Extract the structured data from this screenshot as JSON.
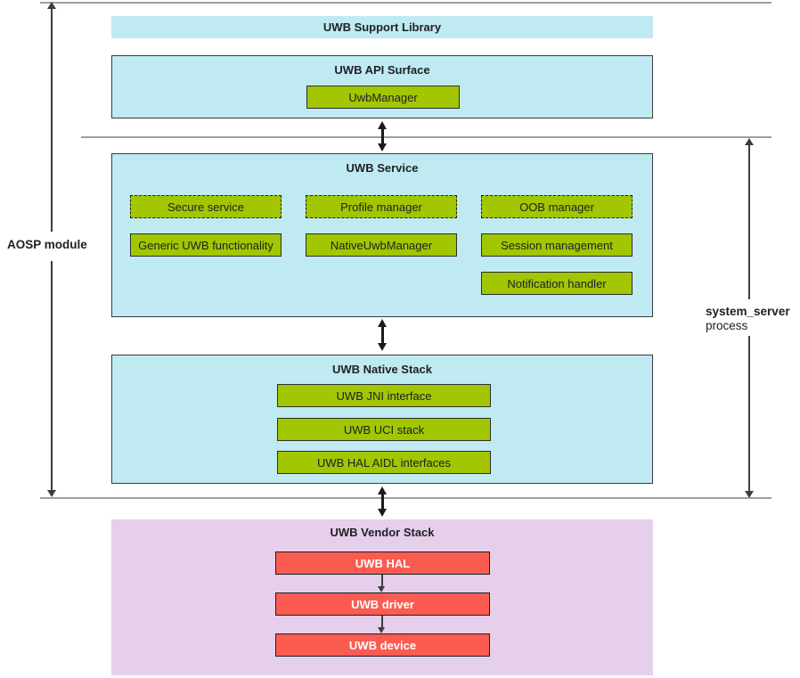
{
  "colors": {
    "cyan": "#BFEAF2",
    "green": "#A2C601",
    "red": "#FA5C51",
    "purple": "#E6CFEB",
    "line-gray": "#9E9E9E",
    "arrow-black": "#1A1A1A",
    "arrow-gray": "#3D3D3D",
    "text-dark": "#202124",
    "text-light": "#FFFFFF"
  },
  "layers": {
    "support_library": {
      "title": "UWB Support Library"
    },
    "api_surface": {
      "title": "UWB API Surface",
      "items": [
        "UwbManager"
      ]
    },
    "service": {
      "title": "UWB Service",
      "dashed_items": [
        "Secure service",
        "Profile manager",
        "OOB manager"
      ],
      "solid_items": [
        "Generic UWB functionality",
        "NativeUwbManager",
        "Session management",
        "Notification handler"
      ]
    },
    "native_stack": {
      "title": "UWB Native Stack",
      "items": [
        "UWB JNI interface",
        "UWB UCI stack",
        "UWB HAL AIDL interfaces"
      ]
    },
    "vendor_stack": {
      "title": "UWB Vendor Stack",
      "items": [
        "UWB HAL",
        "UWB driver",
        "UWB device"
      ]
    }
  },
  "annotations": {
    "aosp_module": "AOSP module",
    "system_server": "system_server",
    "process": "process"
  }
}
